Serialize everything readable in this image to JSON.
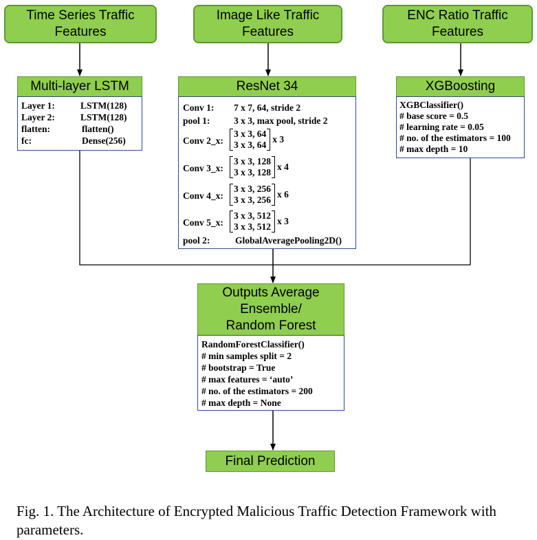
{
  "inputs": {
    "time_series": "Time Series Traffic\nFeatures",
    "image_like": "Image Like Traffic\nFeatures",
    "enc_ratio": "ENC Ratio Traffic\nFeatures"
  },
  "lstm": {
    "title": "Multi-layer LSTM",
    "rows": [
      {
        "label": "Layer 1:",
        "value": "LSTM(128)"
      },
      {
        "label": "Layer 2:",
        "value": "LSTM(128)"
      },
      {
        "label": "flatten:",
        "value": "flatten()"
      },
      {
        "label": "fc:",
        "value": "Dense(256)"
      }
    ]
  },
  "resnet": {
    "title": "ResNet 34",
    "conv1": {
      "label": "Conv 1:",
      "value": "7 x 7, 64, stride 2"
    },
    "pool1": {
      "label": "pool 1:",
      "value": "3 x 3, max pool, stride 2"
    },
    "blocks": [
      {
        "label": "Conv 2_x:",
        "row1": "3 x 3, 64",
        "row2": "3 x 3, 64",
        "times": "x 3"
      },
      {
        "label": "Conv 3_x:",
        "row1": "3 x 3, 128",
        "row2": "3 x 3, 128",
        "times": "x 4"
      },
      {
        "label": "Conv 4_x:",
        "row1": "3 x 3, 256",
        "row2": "3 x 3, 256",
        "times": "x 6"
      },
      {
        "label": "Conv 5_x:",
        "row1": "3 x 3, 512",
        "row2": "3 x 3, 512",
        "times": "x 3"
      }
    ],
    "pool2": {
      "label": "pool 2:",
      "value": "GlobalAveragePooling2D()"
    }
  },
  "xgb": {
    "title": "XGBoosting",
    "lines": [
      "XGBClassifier()",
      "# base score = 0.5",
      "# learning rate = 0.05",
      "# no. of the estimators = 100",
      "# max depth = 10"
    ]
  },
  "ensemble": {
    "title": "Outputs Average\nEnsemble/\nRandom Forest",
    "lines": [
      "RandomForestClassifier()",
      "# min samples split = 2",
      "# bootstrap = True",
      "# max features = ‘auto’",
      "# no. of the estimators = 200",
      "# max depth = None"
    ]
  },
  "final": "Final Prediction",
  "caption": "Fig. 1.  The Architecture of Encrypted Malicious Traffic Detection Framework with parameters.",
  "colors": {
    "box_fill": "#8fce4e",
    "box_border": "#5f9638",
    "param_border": "#2d4a8a"
  }
}
